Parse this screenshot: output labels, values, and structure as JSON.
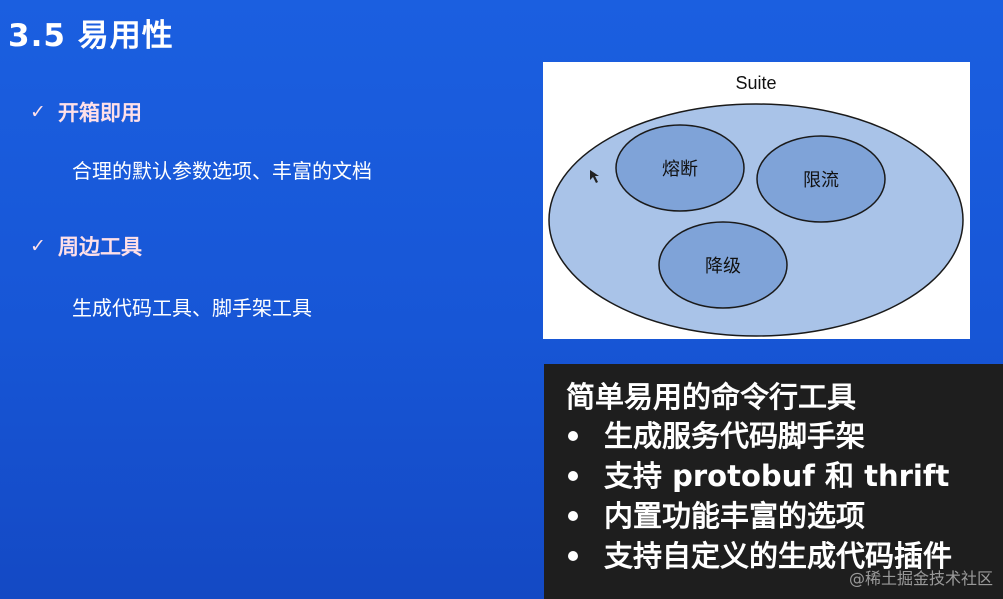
{
  "slide": {
    "title": "3.5 易用性"
  },
  "sections": [
    {
      "heading": "开箱即用",
      "detail": "合理的默认参数选项、丰富的文档"
    },
    {
      "heading": "周边工具",
      "detail": "生成代码工具、脚手架工具"
    }
  ],
  "check_symbol": "✓",
  "diagram": {
    "outer_label": "Suite",
    "inner_labels": [
      "熔断",
      "限流",
      "降级"
    ],
    "colors": {
      "outer_fill": "#a9c3e8",
      "inner_fill": "#7fa3d8",
      "stroke": "#1a1a1a"
    }
  },
  "caption": {
    "title": "简单易用的命令行工具",
    "items": [
      "生成服务代码脚手架",
      "支持 protobuf 和 thrift",
      "内置功能丰富的选项",
      "支持自定义的生成代码插件"
    ]
  },
  "watermark": "@稀土掘金技术社区"
}
